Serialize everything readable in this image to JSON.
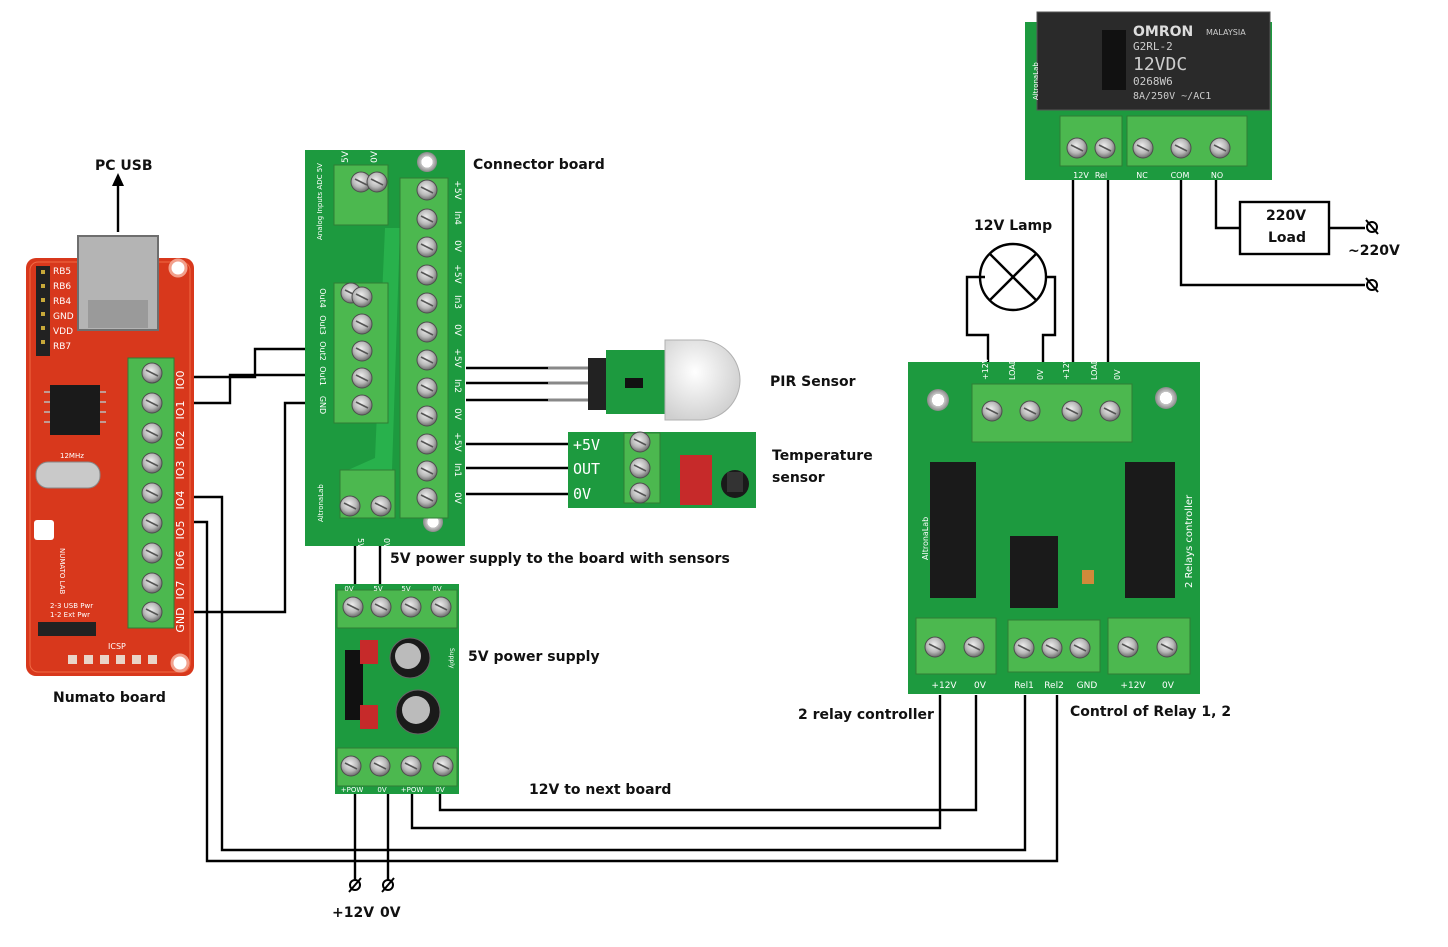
{
  "labels": {
    "pc_usb": "PC USB",
    "numato_board": "Numato board",
    "connector_board": "Connector board",
    "pir_sensor": "PIR Sensor",
    "temperature_sensor_line1": "Temperature",
    "temperature_sensor_line2": "sensor",
    "power_supply_note": "5V power supply to the board with sensors",
    "power_supply_5v": "5V power supply",
    "next_board": "12V to next board",
    "relay_controller": "2 relay controller",
    "relay_control": "Control of Relay 1, 2",
    "lamp": "12V Lamp",
    "load_line1": "220V",
    "load_line2": "Load",
    "mains": "~220V",
    "plus12v": "+12V",
    "zero_v": "0V"
  },
  "numato": {
    "silk_top": [
      "RB5",
      "RB6",
      "RB4",
      "GND",
      "VDD",
      "RB7"
    ],
    "io_pins": [
      "IO0",
      "IO1",
      "IO2",
      "IO3",
      "IO4",
      "IO5",
      "IO6",
      "IO7",
      "GND"
    ],
    "crystal": "12MHz",
    "side_text": "NUMATO LAB",
    "jumper_line1": "2-3 USB Pwr",
    "jumper_line2": "1-2 Ext Pwr",
    "icsp": "ICSP"
  },
  "connector": {
    "top_left": [
      "5V",
      "0V"
    ],
    "side_label": "Analog Inputs ADC 5V",
    "outputs": [
      "Out4",
      "Out3",
      "Out2",
      "Out1",
      "GND"
    ],
    "right_pins": [
      "+5V",
      "In4",
      "0V",
      "+5V",
      "In3",
      "0V",
      "+5V",
      "In2",
      "0V",
      "+5V",
      "In1",
      "0V"
    ],
    "bottom": [
      "5V",
      "0V"
    ],
    "brand": "AltronaLab"
  },
  "temp_sensor": {
    "pins": [
      "+5V",
      "OUT",
      "0V"
    ]
  },
  "psu": {
    "top_pins": [
      "0V",
      "5V",
      "5V",
      "0V"
    ],
    "bottom_pins": [
      "+POW",
      "0V",
      "+POW",
      "0V"
    ],
    "side": "Supply"
  },
  "relay_board": {
    "top_pins": [
      "+12V",
      "LOAD1",
      "0V",
      "+12V",
      "LOAD2",
      "0V"
    ],
    "bottom_pins": [
      "+12V",
      "0V",
      "Rel1",
      "Rel2",
      "GND",
      "+12V",
      "0V"
    ],
    "brand": "AltronaLab",
    "side": "2 Relays controller"
  },
  "omron": {
    "brand": "OMRON",
    "origin": "MALAYSIA",
    "model": "G2RL-2",
    "voltage": "12VDC",
    "code": "0268W6",
    "rating": "8A/250V ~/AC1",
    "pins": [
      "12V",
      "Rel",
      "NC",
      "COM",
      "NO"
    ],
    "brand_side": "AltronaLab"
  },
  "colors": {
    "pcb_green": "#1d9a3f",
    "terminal_green": "#4cb84f",
    "numato_red": "#d8381c",
    "wire": "#000000"
  }
}
